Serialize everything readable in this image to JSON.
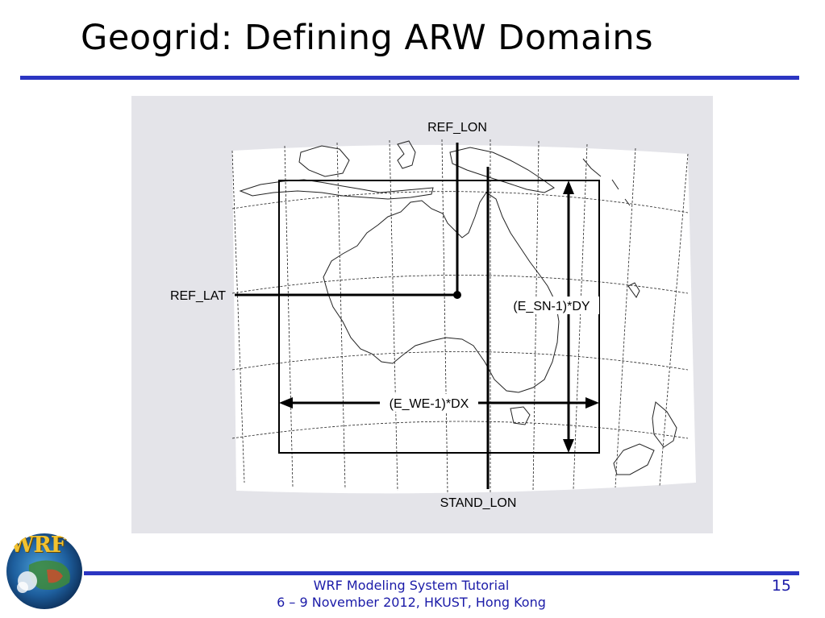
{
  "slide": {
    "title": "Geogrid: Defining ARW Domains",
    "footer_line1": "WRF Modeling System Tutorial",
    "footer_line2": "6 – 9 November 2012, HKUST, Hong Kong",
    "page_number": "15"
  },
  "logo": {
    "text": "WRF"
  },
  "diagram": {
    "labels": {
      "ref_lon": "REF_LON",
      "ref_lat": "REF_LAT",
      "stand_lon": "STAND_LON",
      "e_sn": "(E_SN-1)*DY",
      "e_we": "(E_WE-1)*DX"
    }
  },
  "colors": {
    "accent_rule": "#2b35c2",
    "footer_text": "#1b1ba8",
    "panel_bg": "#e4e4e9",
    "map_bg": "#ffffff"
  }
}
